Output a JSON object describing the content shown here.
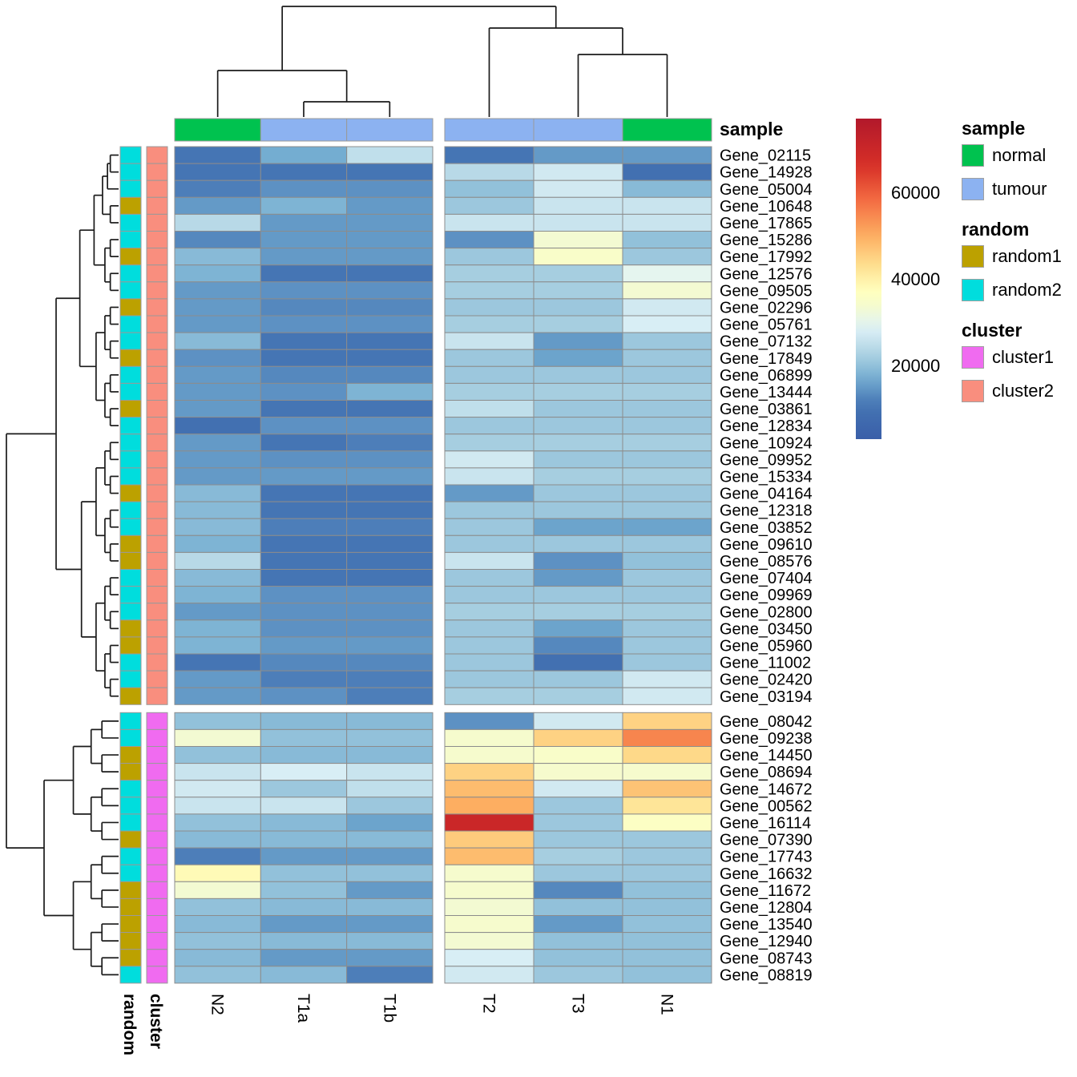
{
  "sample_header": "sample",
  "legend": {
    "colorbar": {
      "ticks": [
        20000,
        40000,
        60000
      ]
    },
    "groups": [
      {
        "title": "sample",
        "items": [
          {
            "label": "normal",
            "color": "#00C24F"
          },
          {
            "label": "tumour",
            "color": "#8CB2F1"
          }
        ]
      },
      {
        "title": "random",
        "items": [
          {
            "label": "random1",
            "color": "#BCA100"
          },
          {
            "label": "random2",
            "color": "#00DDDD"
          }
        ]
      },
      {
        "title": "cluster",
        "items": [
          {
            "label": "cluster1",
            "color": "#F06BF0"
          },
          {
            "label": "cluster2",
            "color": "#F98E7E"
          }
        ]
      }
    ]
  },
  "chart_data": {
    "type": "heatmap",
    "columns": [
      "N2",
      "T1a",
      "T1b",
      "T2",
      "T3",
      "N1"
    ],
    "column_groups": [
      [
        0,
        1,
        2
      ],
      [
        3,
        4,
        5
      ]
    ],
    "column_annotation": {
      "name": "sample",
      "values": [
        "normal",
        "tumour",
        "tumour",
        "tumour",
        "tumour",
        "normal"
      ]
    },
    "row_annotation_names": [
      "random",
      "cluster"
    ],
    "row_fields": [
      "gene",
      "random",
      "cluster",
      "values"
    ],
    "value_range": [
      3000,
      77000
    ],
    "color_stops": [
      [
        3000,
        "#3A5FA8"
      ],
      [
        11000,
        "#4575B4"
      ],
      [
        17000,
        "#74ADD1"
      ],
      [
        22000,
        "#A6CEE0"
      ],
      [
        26000,
        "#C9E4EE"
      ],
      [
        29000,
        "#E0F3F8"
      ],
      [
        33000,
        "#F3FAD2"
      ],
      [
        37000,
        "#FFFFBF"
      ],
      [
        43000,
        "#FEE090"
      ],
      [
        50000,
        "#FDAE61"
      ],
      [
        58000,
        "#F46D43"
      ],
      [
        66000,
        "#D73027"
      ],
      [
        77000,
        "#B2182B"
      ]
    ],
    "rows": [
      [
        "Gene_02115",
        "random2",
        "cluster2",
        [
          11000,
          17000,
          25000,
          11000,
          15000,
          15000
        ]
      ],
      [
        "Gene_14928",
        "random2",
        "cluster2",
        [
          11000,
          11000,
          11000,
          24000,
          27000,
          9000
        ]
      ],
      [
        "Gene_05004",
        "random2",
        "cluster2",
        [
          12000,
          14000,
          14000,
          20000,
          27000,
          19000
        ]
      ],
      [
        "Gene_10648",
        "random1",
        "cluster2",
        [
          15000,
          18000,
          15000,
          21000,
          26000,
          26000
        ]
      ],
      [
        "Gene_17865",
        "random2",
        "cluster2",
        [
          24000,
          15000,
          15000,
          26000,
          26000,
          26000
        ]
      ],
      [
        "Gene_15286",
        "random2",
        "cluster2",
        [
          13000,
          15000,
          15000,
          14000,
          33000,
          20000
        ]
      ],
      [
        "Gene_17992",
        "random1",
        "cluster2",
        [
          19000,
          15000,
          15000,
          21000,
          35000,
          21000
        ]
      ],
      [
        "Gene_12576",
        "random2",
        "cluster2",
        [
          18000,
          11000,
          11000,
          22000,
          22000,
          30000
        ]
      ],
      [
        "Gene_09505",
        "random2",
        "cluster2",
        [
          15000,
          14000,
          14000,
          22000,
          22000,
          33000
        ]
      ],
      [
        "Gene_02296",
        "random1",
        "cluster2",
        [
          15000,
          13000,
          13000,
          21000,
          21000,
          27000
        ]
      ],
      [
        "Gene_05761",
        "random2",
        "cluster2",
        [
          15000,
          14000,
          14000,
          22000,
          22000,
          28000
        ]
      ],
      [
        "Gene_07132",
        "random2",
        "cluster2",
        [
          19000,
          11000,
          11000,
          26000,
          15000,
          21000
        ]
      ],
      [
        "Gene_17849",
        "random1",
        "cluster2",
        [
          14000,
          11000,
          11000,
          21000,
          16000,
          21000
        ]
      ],
      [
        "Gene_06899",
        "random2",
        "cluster2",
        [
          15000,
          13000,
          13000,
          21000,
          21000,
          21000
        ]
      ],
      [
        "Gene_13444",
        "random2",
        "cluster2",
        [
          15000,
          14000,
          18000,
          22000,
          22000,
          22000
        ]
      ],
      [
        "Gene_03861",
        "random1",
        "cluster2",
        [
          15000,
          11000,
          11000,
          25000,
          21000,
          21000
        ]
      ],
      [
        "Gene_12834",
        "random2",
        "cluster2",
        [
          9000,
          14000,
          14000,
          21000,
          21000,
          21000
        ]
      ],
      [
        "Gene_10924",
        "random2",
        "cluster2",
        [
          15000,
          11000,
          12000,
          22000,
          22000,
          22000
        ]
      ],
      [
        "Gene_09952",
        "random2",
        "cluster2",
        [
          15000,
          14000,
          14000,
          27000,
          21000,
          21000
        ]
      ],
      [
        "Gene_15334",
        "random2",
        "cluster2",
        [
          15000,
          15000,
          15000,
          26000,
          22000,
          22000
        ]
      ],
      [
        "Gene_04164",
        "random1",
        "cluster2",
        [
          19000,
          11000,
          11000,
          15000,
          21000,
          21000
        ]
      ],
      [
        "Gene_12318",
        "random2",
        "cluster2",
        [
          19000,
          11000,
          11000,
          21000,
          21000,
          21000
        ]
      ],
      [
        "Gene_03852",
        "random2",
        "cluster2",
        [
          19000,
          12000,
          12000,
          21000,
          16000,
          16000
        ]
      ],
      [
        "Gene_09610",
        "random1",
        "cluster2",
        [
          18000,
          11000,
          11000,
          21000,
          21000,
          21000
        ]
      ],
      [
        "Gene_08576",
        "random1",
        "cluster2",
        [
          24000,
          11000,
          11000,
          26000,
          14000,
          20000
        ]
      ],
      [
        "Gene_07404",
        "random2",
        "cluster2",
        [
          19000,
          11000,
          11000,
          21000,
          15000,
          21000
        ]
      ],
      [
        "Gene_09969",
        "random2",
        "cluster2",
        [
          18000,
          14000,
          14000,
          21000,
          21000,
          21000
        ]
      ],
      [
        "Gene_02800",
        "random2",
        "cluster2",
        [
          15000,
          14000,
          14000,
          22000,
          22000,
          22000
        ]
      ],
      [
        "Gene_03450",
        "random1",
        "cluster2",
        [
          18000,
          14000,
          14000,
          21000,
          16000,
          21000
        ]
      ],
      [
        "Gene_05960",
        "random1",
        "cluster2",
        [
          18000,
          15000,
          15000,
          21000,
          13000,
          21000
        ]
      ],
      [
        "Gene_11002",
        "random2",
        "cluster2",
        [
          11000,
          13000,
          13000,
          21000,
          9000,
          21000
        ]
      ],
      [
        "Gene_02420",
        "random2",
        "cluster2",
        [
          15000,
          12000,
          12000,
          21000,
          21000,
          27000
        ]
      ],
      [
        "Gene_03194",
        "random1",
        "cluster2",
        [
          15000,
          14000,
          12000,
          22000,
          22000,
          27000
        ]
      ],
      [
        "Gene_08042",
        "random2",
        "cluster1",
        [
          20000,
          19000,
          19000,
          14000,
          27000,
          45000
        ]
      ],
      [
        "Gene_09238",
        "random2",
        "cluster1",
        [
          33000,
          20000,
          20000,
          34000,
          45000,
          55000
        ]
      ],
      [
        "Gene_14450",
        "random1",
        "cluster1",
        [
          20000,
          19000,
          19000,
          34000,
          35000,
          44000
        ]
      ],
      [
        "Gene_08694",
        "random1",
        "cluster1",
        [
          26000,
          28000,
          26000,
          45000,
          34000,
          34000
        ]
      ],
      [
        "Gene_14672",
        "random2",
        "cluster1",
        [
          27000,
          21000,
          25000,
          48000,
          27000,
          47000
        ]
      ],
      [
        "Gene_00562",
        "random2",
        "cluster1",
        [
          26000,
          26000,
          21000,
          50000,
          21000,
          42000
        ]
      ],
      [
        "Gene_16114",
        "random2",
        "cluster1",
        [
          20000,
          19000,
          16000,
          70000,
          21000,
          36000
        ]
      ],
      [
        "Gene_07390",
        "random1",
        "cluster1",
        [
          19000,
          19000,
          19000,
          46000,
          21000,
          21000
        ]
      ],
      [
        "Gene_17743",
        "random2",
        "cluster1",
        [
          12000,
          15000,
          15000,
          48000,
          22000,
          21000
        ]
      ],
      [
        "Gene_16632",
        "random2",
        "cluster1",
        [
          38000,
          20000,
          20000,
          34000,
          21000,
          21000
        ]
      ],
      [
        "Gene_11672",
        "random1",
        "cluster1",
        [
          33000,
          20000,
          15000,
          34000,
          13000,
          20000
        ]
      ],
      [
        "Gene_12804",
        "random1",
        "cluster1",
        [
          20000,
          19000,
          19000,
          33000,
          20000,
          20000
        ]
      ],
      [
        "Gene_13540",
        "random1",
        "cluster1",
        [
          19000,
          15000,
          15000,
          34000,
          15000,
          20000
        ]
      ],
      [
        "Gene_12940",
        "random1",
        "cluster1",
        [
          20000,
          19000,
          19000,
          33000,
          20000,
          20000
        ]
      ],
      [
        "Gene_08743",
        "random1",
        "cluster1",
        [
          19000,
          15000,
          15000,
          28000,
          20000,
          20000
        ]
      ],
      [
        "Gene_08819",
        "random2",
        "cluster1",
        [
          20000,
          19000,
          12000,
          27000,
          21000,
          20000
        ]
      ]
    ]
  }
}
